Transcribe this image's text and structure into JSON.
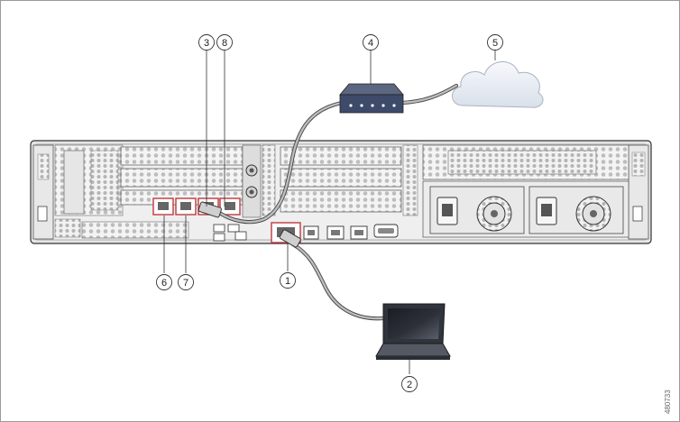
{
  "callouts": [
    {
      "id": "c1",
      "label": "1"
    },
    {
      "id": "c2",
      "label": "2"
    },
    {
      "id": "c3",
      "label": "3"
    },
    {
      "id": "c4",
      "label": "4"
    },
    {
      "id": "c5",
      "label": "5"
    },
    {
      "id": "c6",
      "label": "6"
    },
    {
      "id": "c7",
      "label": "7"
    },
    {
      "id": "c8",
      "label": "8"
    }
  ],
  "figure_id": "480733",
  "colors": {
    "highlight": "#c0393f",
    "chassis_fill": "#eaeaea",
    "outline": "#333333",
    "cable": "#8a8a8a",
    "switch_body": "#3e4a6a",
    "cloud": "#e9eef4",
    "laptop_body": "#3a3f4a"
  }
}
